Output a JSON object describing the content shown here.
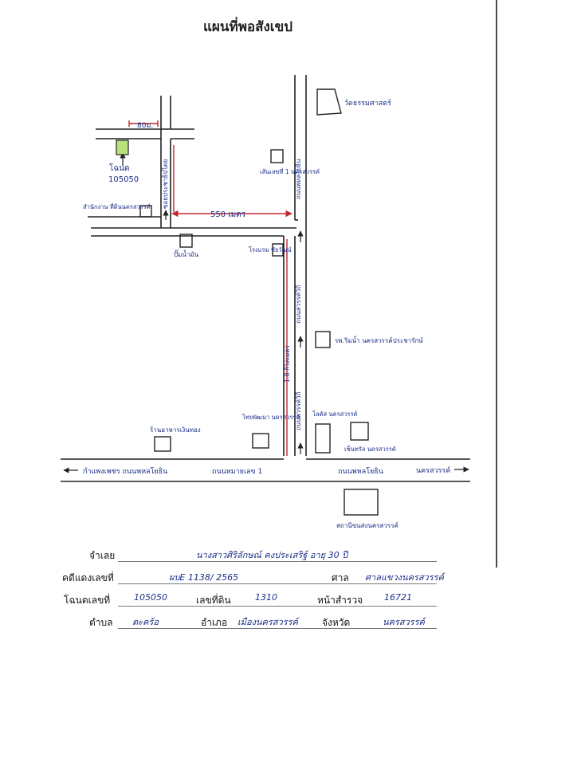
{
  "title": "แผนที่พอสังเขป",
  "map": {
    "plot_id": "105050",
    "plot_label": "โฉนด",
    "distance_short": "80ม.",
    "distance_long": "550 เมตร",
    "road_soi_label": "ซอยประชาธิปไตย",
    "road_main_vertical": "ถนนพหลโยธิน",
    "road_lower_vertical": "ถนนสวรรค์วิถี",
    "road_side_label": "1.8 กิโลเมตร",
    "road_main_bottom_left": "กำแพงเพชร ถนนพหลโยธิน",
    "road_main_bottom_mid": "ถนนหมายเลข 1",
    "road_main_bottom_right": "ถนนพหลโยธิน",
    "dir_right": "นครสวรรค์",
    "landmarks": {
      "temple": "วัดธรรมศาสตร์",
      "shop_top": "เส้นเลขที่ 1 นครสวรรค์",
      "office": "สำนักงาน ที่ดินนครสวรรค์",
      "grocery": "ร้านอาหารเงินทอง",
      "hotel": "โรงแรม ชัยวัฒน์",
      "hospital": "รพ.ริมน้ำ นครสวรรค์ประชารักษ์",
      "fuel": "ปั๊มน้ำมัน",
      "rice_mill": "ไทยพัฒนา นครสวรรค์",
      "clinic_right": "โลตัส นครสวรรค์",
      "dept_store": "เซ็นทรัล นครสวรรค์",
      "bus_station": "สถานีขนส่งนครสวรรค์"
    }
  },
  "form": {
    "row1": {
      "label": "จำเลย",
      "value": "นางสาวศิริลักษณ์ คงประเสริฐ์ อายุ 30 ปี"
    },
    "row2": {
      "label": "คดีแดงเลขที่",
      "value": "ผบE 1138/ 2565",
      "label2": "ศาล",
      "value2": "ศาลแขวงนครสวรรค์"
    },
    "row3": {
      "label": "โฉนดเลขที่",
      "value": "105050",
      "label2": "เลขที่ดิน",
      "value2": "1310",
      "label3": "หน้าสำรวจ",
      "value3": "16721"
    },
    "row4": {
      "label": "ตำบล",
      "value": "ตะคร้อ",
      "label2": "อำเภอ",
      "value2": "เมืองนครสวรรค์",
      "label3": "จังหวัด",
      "value3": "นครสวรรค์"
    }
  }
}
